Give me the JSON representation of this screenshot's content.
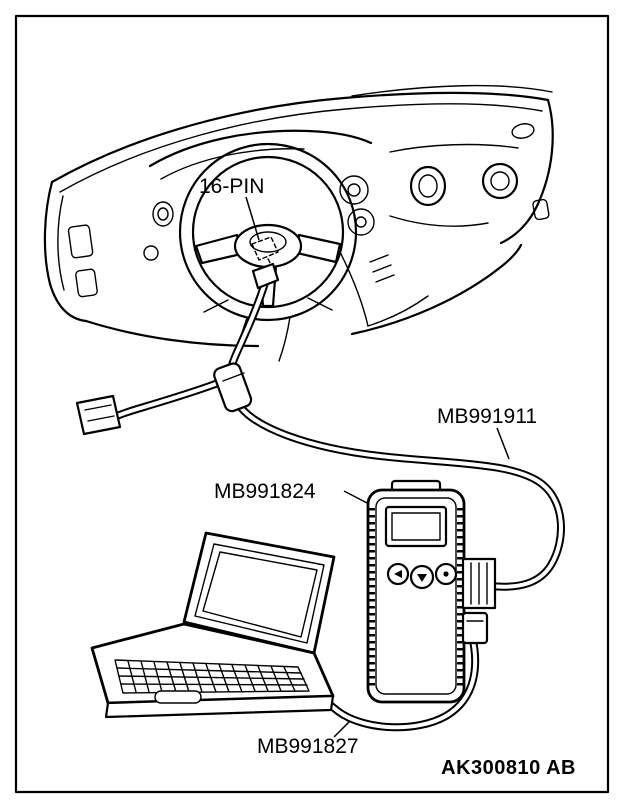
{
  "figure": {
    "labels": {
      "connector_pin": "16-PIN",
      "main_harness": "MB991911",
      "vci_unit": "MB991824",
      "usb_cable": "MB991827"
    },
    "figure_id": "AK300810 AB"
  },
  "colors": {
    "line": "#000000",
    "background": "#ffffff"
  }
}
